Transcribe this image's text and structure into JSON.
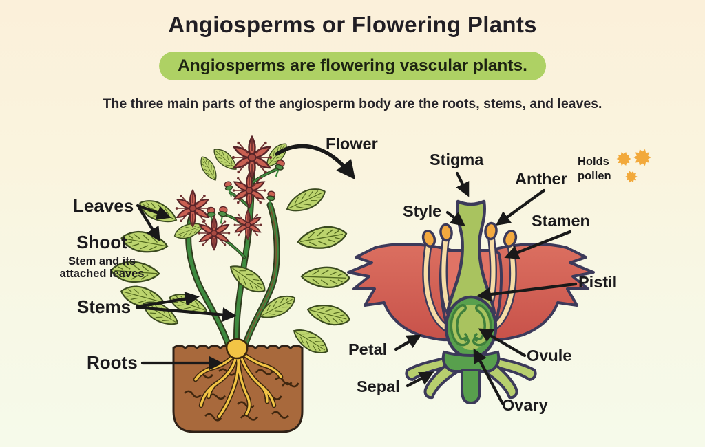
{
  "header": {
    "title": "Angiosperms or Flowering Plants",
    "banner": "Angiosperms are flowering vascular plants.",
    "subtitle": "The three main parts of the angiosperm body are the roots, stems, and leaves."
  },
  "plant_figure": {
    "labels": {
      "flower": "Flower",
      "leaves": "Leaves",
      "shoot": "Shoot",
      "shoot_note": "Stem and its attached leaves",
      "stems": "Stems",
      "roots": "Roots"
    }
  },
  "flower_figure": {
    "labels": {
      "stigma": "Stigma",
      "anther": "Anther",
      "holds_pollen": "Holds pollen",
      "style": "Style",
      "stamen": "Stamen",
      "pistil": "Pistil",
      "petal": "Petal",
      "ovule": "Ovule",
      "sepal": "Sepal",
      "ovary": "Ovary"
    },
    "icons": {
      "pollen": "pollen-grain-burst"
    }
  },
  "colors": {
    "banner_green": "#AED164",
    "petal_red": "#D5685C",
    "leaf_green": "#BCD46E",
    "stem_green": "#3E8A3F",
    "pistil_green": "#A9C35F",
    "ovary_green": "#58A04D",
    "anther_orange": "#F3A93F",
    "filament_cream": "#F6DCA6",
    "pollen_orange": "#F2A93B",
    "soil_brown": "#A8693C",
    "root_yellow": "#F2C445",
    "outline_navy": "#3C3A5A",
    "arrow_black": "#191919",
    "background_top": "#FBF0DA",
    "background_bottom": "#F6FAEA"
  }
}
